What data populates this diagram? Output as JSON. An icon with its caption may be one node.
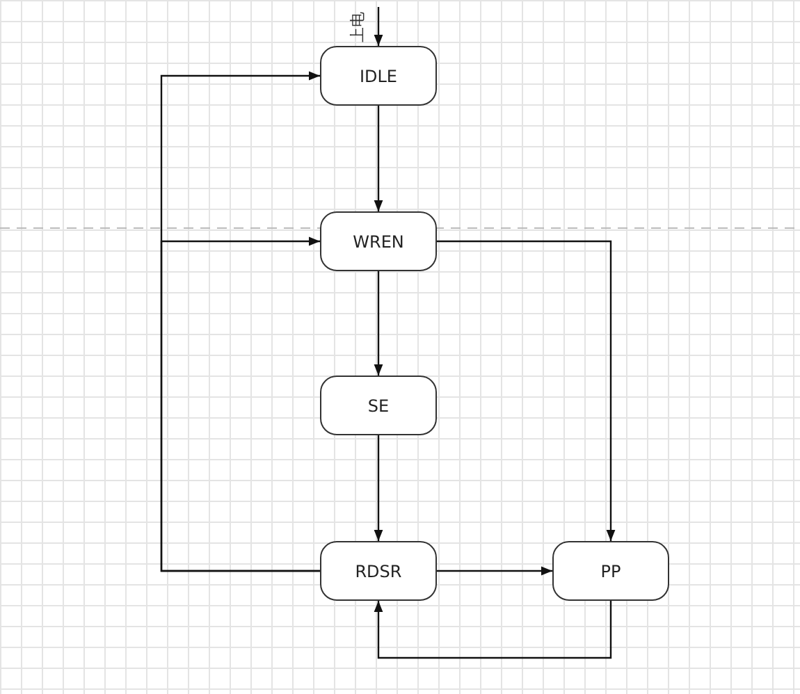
{
  "diagram": {
    "nodes": [
      {
        "text": [
          "IDLE"
        ]
      },
      {
        "text": [
          "WREN"
        ]
      },
      {
        "text": [
          "SE"
        ]
      },
      {
        "text": [
          "RDSR"
        ]
      },
      {
        "text": [
          "PP"
        ]
      }
    ],
    "edges": [
      {
        "from": null,
        "to": 0,
        "arrow": "to",
        "label": "上电"
      },
      {
        "from": 0,
        "to": 1,
        "arrow": "to"
      },
      {
        "from": 1,
        "to": 2,
        "arrow": "to"
      },
      {
        "from": 2,
        "to": 3,
        "arrow": "to"
      },
      {
        "from": 1,
        "to": 4,
        "arrow": "to"
      },
      {
        "from": 3,
        "to": 4,
        "arrow": "to"
      },
      {
        "from": 4,
        "to": 3,
        "arrow": "to"
      },
      {
        "from": 3,
        "to": 0,
        "arrow": "to"
      },
      {
        "from": 3,
        "to": 1,
        "arrow": "to"
      }
    ]
  }
}
